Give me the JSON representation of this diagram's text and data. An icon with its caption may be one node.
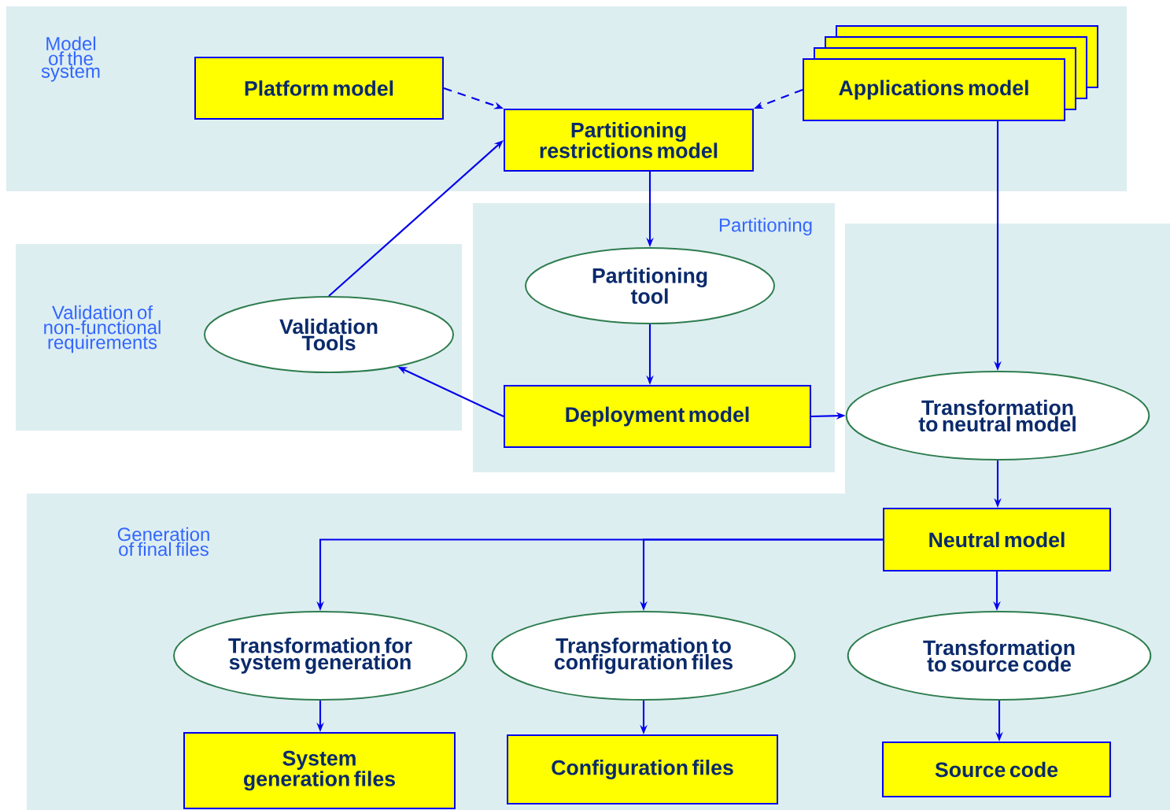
{
  "diagram": {
    "nodes": [
      {
        "text": [
          "Model of the system"
        ]
      },
      {
        "text": [
          "Platform model"
        ],
        "in": 0
      },
      {
        "text": [
          "Partitioning restrictions model"
        ],
        "in": 0
      },
      {
        "text": [
          "Applications model"
        ],
        "in": 0
      },
      {
        "text": [
          "Validation of non-functional requirements"
        ]
      },
      {
        "text": [
          "Validation Tools"
        ],
        "in": 4
      },
      {
        "text": [
          "Partitioning"
        ]
      },
      {
        "text": [
          "Partitioning tool"
        ],
        "in": 6
      },
      {
        "text": [
          "Deployment model"
        ],
        "in": 6
      },
      {
        "text": [],
        "shape": "box"
      },
      {
        "text": [
          "Transformation to neutral model"
        ],
        "in": 9
      },
      {
        "text": [
          "Generation of final files"
        ]
      },
      {
        "text": [
          "Neutral model"
        ],
        "in": 11
      },
      {
        "text": [
          "Transformation for system generation"
        ],
        "in": 11
      },
      {
        "text": [
          "Transformation to configuration files"
        ],
        "in": 11
      },
      {
        "text": [
          "Transformation to source code"
        ],
        "in": 11
      },
      {
        "text": [
          "System generation files"
        ],
        "in": 11
      },
      {
        "text": [
          "Configuration files"
        ],
        "in": 11
      },
      {
        "text": [
          "Source code"
        ],
        "in": 11
      }
    ],
    "edges": [
      {
        "from": 1,
        "to": 2,
        "arrow": "to",
        "style": "dashed"
      },
      {
        "from": 3,
        "to": 2,
        "arrow": "to",
        "style": "dashed"
      },
      {
        "from": 2,
        "to": 7,
        "arrow": "to"
      },
      {
        "from": 7,
        "to": 8,
        "arrow": "to"
      },
      {
        "from": 8,
        "to": 5,
        "arrow": "to"
      },
      {
        "from": 5,
        "to": 2,
        "arrow": "to"
      },
      {
        "from": 8,
        "to": 10,
        "arrow": "to"
      },
      {
        "from": 3,
        "to": 10,
        "arrow": "to"
      },
      {
        "from": 10,
        "to": 12,
        "arrow": "to"
      },
      {
        "from": 12,
        "to": 13,
        "arrow": "to"
      },
      {
        "from": 12,
        "to": 14,
        "arrow": "to"
      },
      {
        "from": 12,
        "to": 15,
        "arrow": "to"
      },
      {
        "from": 13,
        "to": 16,
        "arrow": "to"
      },
      {
        "from": 14,
        "to": 17,
        "arrow": "to"
      },
      {
        "from": 15,
        "to": 18,
        "arrow": "to"
      }
    ]
  }
}
